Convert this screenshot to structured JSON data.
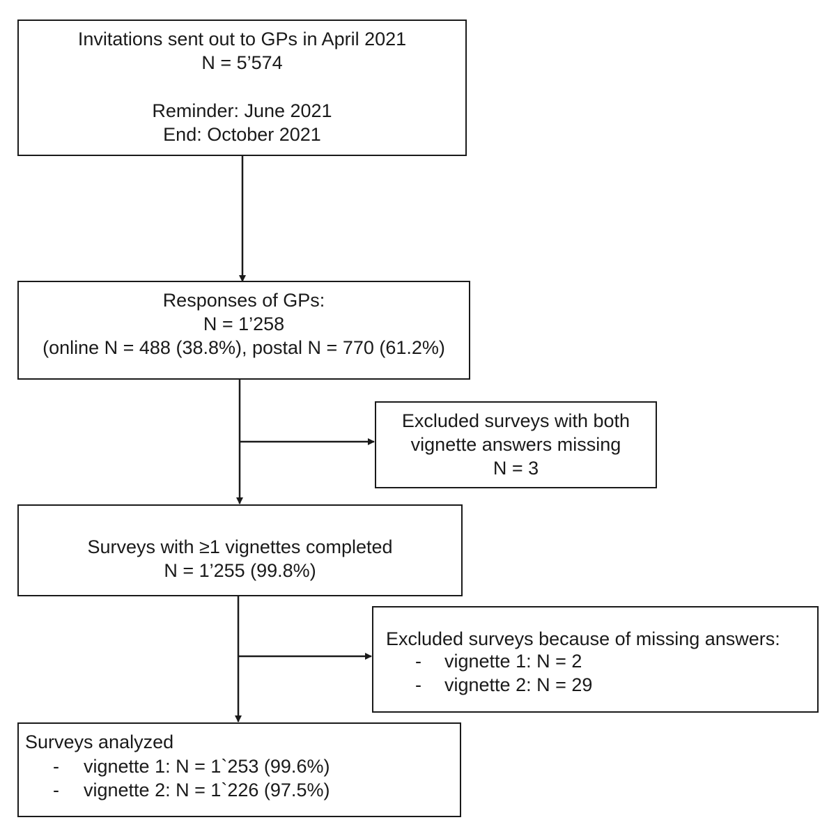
{
  "box1": {
    "lines": [
      "Invitations sent out to GPs in April 2021",
      "N = 5’574",
      "Reminder: June 2021",
      "End: October 2021"
    ]
  },
  "box2": {
    "lines": [
      "Responses of GPs:",
      "N = 1’258",
      "(online N = 488 (38.8%), postal N = 770 (61.2%)"
    ]
  },
  "excluded1": {
    "lines": [
      "Excluded surveys with both",
      "vignette answers missing",
      "N = 3"
    ]
  },
  "box3": {
    "lines": [
      "Surveys with ≥1 vignettes completed",
      "N = 1’255 (99.8%)"
    ]
  },
  "excluded2": {
    "title": "Excluded surveys because of missing answers:",
    "items": [
      {
        "dash": "-",
        "text": "vignette 1: N = 2"
      },
      {
        "dash": "-",
        "text": "vignette 2: N = 29"
      }
    ]
  },
  "box4": {
    "title": "Surveys analyzed",
    "items": [
      {
        "dash": "-",
        "text": "vignette 1: N = 1`253 (99.6%)"
      },
      {
        "dash": "-",
        "text": "vignette 2: N = 1`226 (97.5%)"
      }
    ]
  }
}
